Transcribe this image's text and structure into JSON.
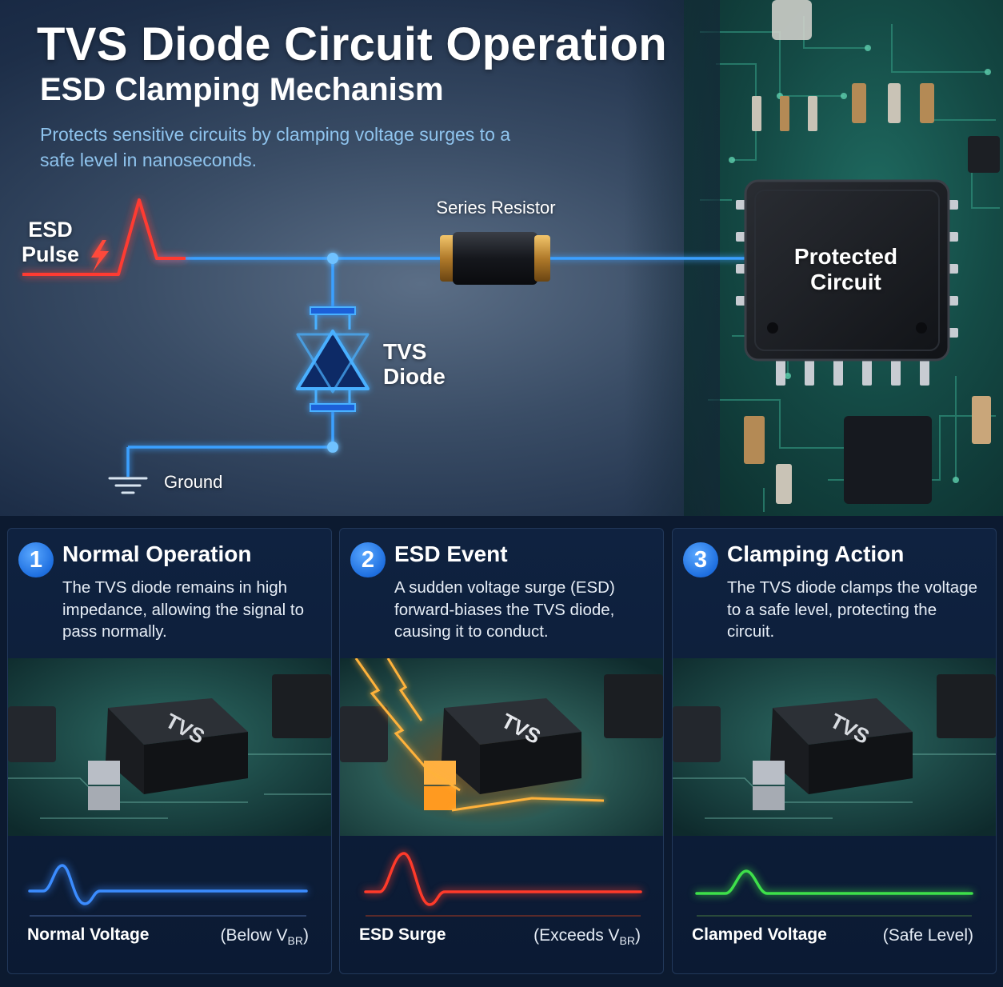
{
  "header": {
    "title": "TVS Diode Circuit Operation",
    "subtitle": "ESD Clamping Mechanism",
    "description": "Protects sensitive circuits by clamping voltage surges to a safe level in nanoseconds."
  },
  "diagram": {
    "esd_pulse_line1": "ESD",
    "esd_pulse_line2": "Pulse",
    "series_resistor": "Series Resistor",
    "tvs_line1": "TVS",
    "tvs_line2": "Diode",
    "ground": "Ground",
    "protected_line1": "Protected",
    "protected_line2": "Circuit",
    "wire_color": "#3aa0ff",
    "pulse_color": "#ff3b30"
  },
  "panels": [
    {
      "number": "1",
      "title": "Normal Operation",
      "text": "The TVS diode remains in high impedance, allowing the signal to pass normally.",
      "chip_label": "TVS",
      "footer_left": "Normal Voltage",
      "footer_right": "(Below VBR)",
      "wave_color": "#3b8cff"
    },
    {
      "number": "2",
      "title": "ESD Event",
      "text": "A sudden voltage surge (ESD) forward-biases the TVS diode, causing it to conduct.",
      "chip_label": "TVS",
      "footer_left": "ESD Surge",
      "footer_right": "(Exceeds VBR)",
      "wave_color": "#ff3a2a"
    },
    {
      "number": "3",
      "title": "Clamping Action",
      "text": "The TVS diode clamps the voltage to a safe level, protecting the circuit.",
      "chip_label": "TVS",
      "footer_left": "Clamped Voltage",
      "footer_right": "(Safe Level)",
      "wave_color": "#3ee04a"
    }
  ]
}
